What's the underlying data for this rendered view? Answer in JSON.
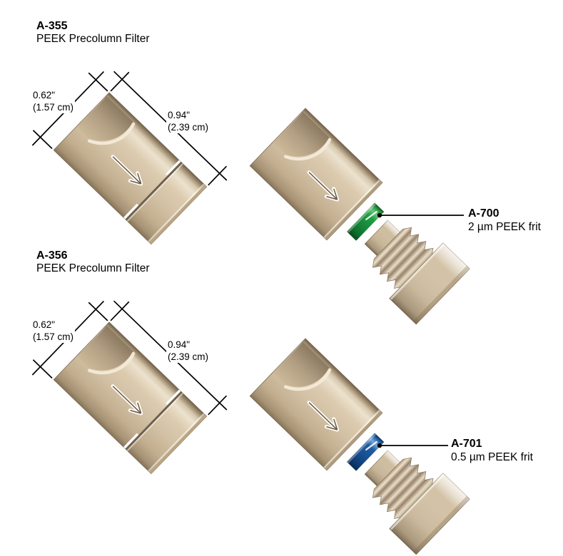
{
  "page": {
    "background": "#ffffff"
  },
  "diagram": {
    "products": [
      {
        "code": "A-355",
        "name": "PEEK Precolumn Filter",
        "dimensions": {
          "diameter_in": "0.62\"",
          "diameter_cm": "(1.57 cm)",
          "length_in": "0.94\"",
          "length_cm": "(2.39 cm)"
        }
      },
      {
        "code": "A-356",
        "name": "PEEK Precolumn Filter",
        "dimensions": {
          "diameter_in": "0.62\"",
          "diameter_cm": "(1.57 cm)",
          "length_in": "0.94\"",
          "length_cm": "(2.39 cm)"
        }
      }
    ],
    "frits": [
      {
        "code": "A-700",
        "description": "2 µm PEEK frit",
        "color": "#1f9e41"
      },
      {
        "code": "A-701",
        "description": "0.5 µm PEEK frit",
        "color": "#1f5ca3"
      }
    ],
    "icons": {
      "flow_direction_arrow": "→"
    },
    "colors": {
      "body_tan": "#d2c0a4",
      "body_highlight": "#ece2ce",
      "body_shadow": "#877459",
      "annotation_line": "#000000",
      "frit_green": "#1f9e41",
      "frit_blue": "#1f5ca3"
    }
  }
}
